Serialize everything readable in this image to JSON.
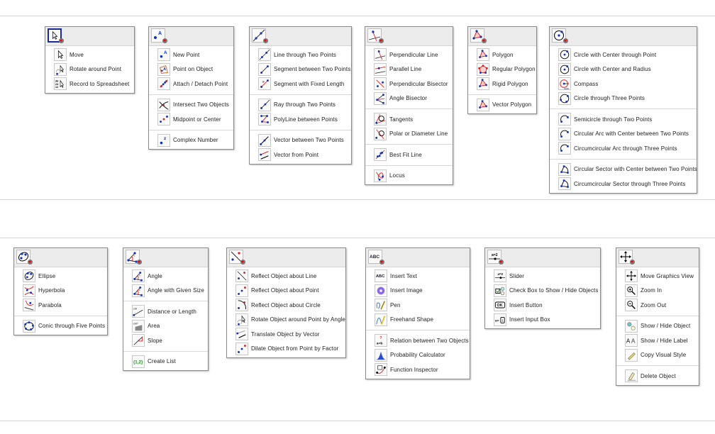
{
  "menus": [
    {
      "id": "move",
      "header_icon": "cursor",
      "selected": true,
      "groups": [
        [
          {
            "label": "Move",
            "icon": "cursor"
          },
          {
            "label": "Rotate around Point",
            "icon": "rotate"
          },
          {
            "label": "Record to Spreadsheet",
            "icon": "record"
          }
        ]
      ]
    },
    {
      "id": "point",
      "header_icon": "point",
      "groups": [
        [
          {
            "label": "New Point",
            "icon": "point"
          },
          {
            "label": "Point on Object",
            "icon": "point-on-object"
          },
          {
            "label": "Attach / Detach Point",
            "icon": "attach"
          }
        ],
        [
          {
            "label": "Intersect Two Objects",
            "icon": "intersect"
          },
          {
            "label": "Midpoint or Center",
            "icon": "midpoint"
          }
        ],
        [
          {
            "label": "Complex Number",
            "icon": "complex"
          }
        ]
      ]
    },
    {
      "id": "line",
      "header_icon": "line",
      "groups": [
        [
          {
            "label": "Line through Two Points",
            "icon": "line"
          },
          {
            "label": "Segment between Two Points",
            "icon": "segment"
          },
          {
            "label": "Segment with Fixed Length",
            "icon": "segment-fixed"
          }
        ],
        [
          {
            "label": "Ray through Two Points",
            "icon": "ray"
          },
          {
            "label": "PolyLine between Points",
            "icon": "polyline"
          }
        ],
        [
          {
            "label": "Vector between Two Points",
            "icon": "vector"
          },
          {
            "label": "Vector from Point",
            "icon": "vector-from"
          }
        ]
      ]
    },
    {
      "id": "perpendicular",
      "header_icon": "perpendicular",
      "groups": [
        [
          {
            "label": "Perpendicular Line",
            "icon": "perpendicular"
          },
          {
            "label": "Parallel Line",
            "icon": "parallel"
          },
          {
            "label": "Perpendicular Bisector",
            "icon": "bisector"
          },
          {
            "label": "Angle Bisector",
            "icon": "angle-bisector"
          }
        ],
        [
          {
            "label": "Tangents",
            "icon": "tangents"
          },
          {
            "label": "Polar or Diameter Line",
            "icon": "polar"
          }
        ],
        [
          {
            "label": "Best Fit Line",
            "icon": "best-fit"
          }
        ],
        [
          {
            "label": "Locus",
            "icon": "locus"
          }
        ]
      ]
    },
    {
      "id": "polygon",
      "header_icon": "polygon",
      "groups": [
        [
          {
            "label": "Polygon",
            "icon": "polygon"
          },
          {
            "label": "Regular Polygon",
            "icon": "regular-polygon"
          },
          {
            "label": "Rigid Polygon",
            "icon": "polygon"
          }
        ],
        [
          {
            "label": "Vector Polygon",
            "icon": "polygon"
          }
        ]
      ]
    },
    {
      "id": "circle",
      "header_icon": "circle",
      "groups": [
        [
          {
            "label": "Circle with Center through Point",
            "icon": "circle"
          },
          {
            "label": "Circle with Center and Radius",
            "icon": "circle"
          },
          {
            "label": "Compass",
            "icon": "compass"
          },
          {
            "label": "Circle through Three Points",
            "icon": "circle3"
          }
        ],
        [
          {
            "label": "Semicircle through Two Points",
            "icon": "arc"
          },
          {
            "label": "Circular Arc with Center between Two Points",
            "icon": "arc"
          },
          {
            "label": "Circumcircular Arc through Three Points",
            "icon": "arc"
          }
        ],
        [
          {
            "label": "Circular Sector with Center between Two Points",
            "icon": "sector"
          },
          {
            "label": "Circumcircular Sector through Three Points",
            "icon": "sector"
          }
        ]
      ]
    },
    {
      "id": "conic",
      "header_icon": "ellipse",
      "groups": [
        [
          {
            "label": "Ellipse",
            "icon": "ellipse"
          },
          {
            "label": "Hyperbola",
            "icon": "hyperbola"
          },
          {
            "label": "Parabola",
            "icon": "parabola"
          }
        ],
        [
          {
            "label": "Conic through Five Points",
            "icon": "conic5"
          }
        ]
      ]
    },
    {
      "id": "angle",
      "header_icon": "angle",
      "groups": [
        [
          {
            "label": "Angle",
            "icon": "angle"
          },
          {
            "label": "Angle with Given Size",
            "icon": "angle"
          }
        ],
        [
          {
            "label": "Distance or Length",
            "icon": "distance"
          },
          {
            "label": "Area",
            "icon": "area"
          },
          {
            "label": "Slope",
            "icon": "slope"
          }
        ],
        [
          {
            "label": "Create List",
            "icon": "list"
          }
        ]
      ]
    },
    {
      "id": "reflect",
      "header_icon": "reflect-line",
      "groups": [
        [
          {
            "label": "Reflect Object about Line",
            "icon": "reflect-line"
          },
          {
            "label": "Reflect Object about Point",
            "icon": "reflect-point"
          },
          {
            "label": "Reflect Object about Circle",
            "icon": "reflect-circle"
          },
          {
            "label": "Rotate Object around Point by Angle",
            "icon": "rotate"
          },
          {
            "label": "Translate Object by Vector",
            "icon": "translate"
          },
          {
            "label": "Dilate Object from Point by Factor",
            "icon": "reflect-point"
          }
        ]
      ]
    },
    {
      "id": "text",
      "header_icon": "text",
      "groups": [
        [
          {
            "label": "Insert Text",
            "icon": "text"
          },
          {
            "label": "Insert Image",
            "icon": "image"
          },
          {
            "label": "Pen",
            "icon": "pen"
          },
          {
            "label": "Freehand Shape",
            "icon": "freehand"
          }
        ],
        [
          {
            "label": "Relation between Two Objects",
            "icon": "relation"
          },
          {
            "label": "Probability Calculator",
            "icon": "probability"
          },
          {
            "label": "Function Inspector",
            "icon": "function-inspector"
          }
        ]
      ]
    },
    {
      "id": "slider",
      "header_icon": "slider",
      "groups": [
        [
          {
            "label": "Slider",
            "icon": "slider"
          },
          {
            "label": "Check Box to Show / Hide Objects",
            "icon": "checkbox"
          },
          {
            "label": "Insert Button",
            "icon": "button"
          },
          {
            "label": "Insert Input Box",
            "icon": "input-box"
          }
        ]
      ]
    },
    {
      "id": "graphics",
      "header_icon": "move-view",
      "groups": [
        [
          {
            "label": "Move Graphics View",
            "icon": "move-view"
          },
          {
            "label": "Zoom In",
            "icon": "zoom-in"
          },
          {
            "label": "Zoom Out",
            "icon": "zoom-out"
          }
        ],
        [
          {
            "label": "Show / Hide Object",
            "icon": "show-hide"
          },
          {
            "label": "Show / Hide Label",
            "icon": "label"
          },
          {
            "label": "Copy Visual Style",
            "icon": "copy-style"
          }
        ],
        [
          {
            "label": "Delete Object",
            "icon": "delete"
          }
        ]
      ]
    }
  ]
}
